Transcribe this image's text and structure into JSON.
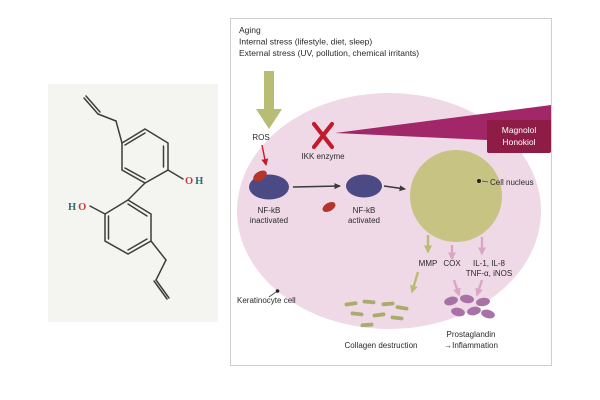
{
  "molecule": {
    "hydroxyl_top": {
      "o": "O",
      "h": "H"
    },
    "hydroxyl_bottom": {
      "h": "H",
      "o": "O"
    }
  },
  "diagram": {
    "header": {
      "line1": "Aging",
      "line2": "Internal stress (lifestyle, diet, sleep)",
      "line3": "External stress (UV, pollution, chemical irritants)"
    },
    "ros_label": "ROS",
    "ikk_label": "IKK enzyme",
    "inhibitor_box": {
      "line1": "Magnolol",
      "line2": "Honokiol"
    },
    "nfkb_inactive": {
      "line1": "NF-kB",
      "line2": "inactivated"
    },
    "nfkb_active": {
      "line1": "NF-kB",
      "line2": "activated"
    },
    "nucleus_label": "Cell nucleus",
    "mediators": {
      "mmp": "MMP",
      "cox": "COX",
      "il": "IL-1, IL-8",
      "tnf": "TNF-α, iNOS"
    },
    "cell_label": "Keratinocyte cell",
    "collagen_label": "Collagen destruction",
    "prostaglandin_label": "Prostaglandin",
    "inflammation_label": "→Inflammation",
    "colors": {
      "cell_fill": "#f0d9e6",
      "nucleus_fill": "#c6c383",
      "wedge_fill": "#a12768",
      "box_fill": "#8e1c45",
      "nfkb_fill": "#4c4a84",
      "ikb_fill": "#b5352c",
      "olive": "#b9bd74",
      "pink": "#d9a6c4",
      "purple": "#a872a6",
      "red": "#c21b2e"
    }
  }
}
